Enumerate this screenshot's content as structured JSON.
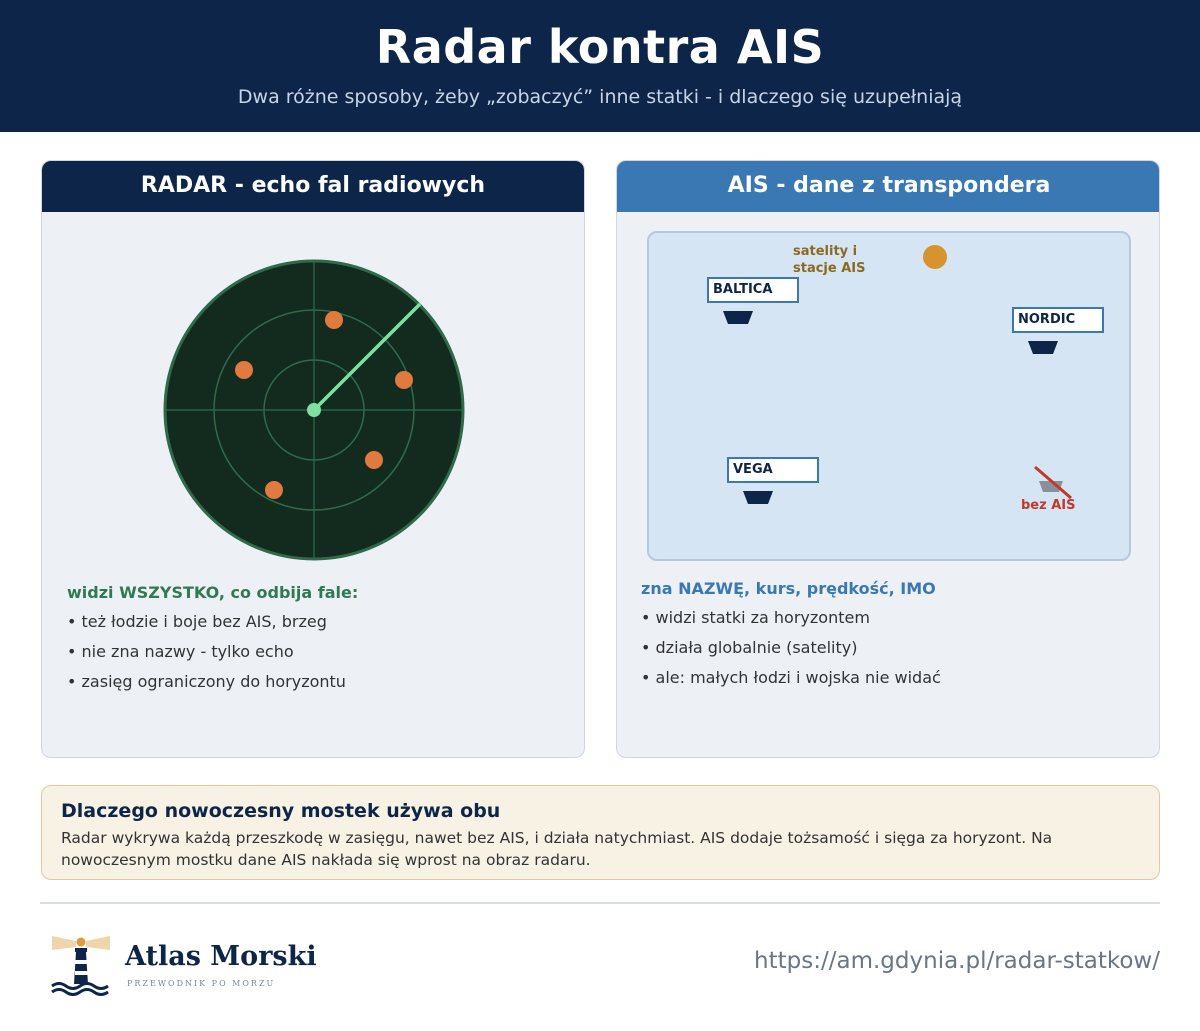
{
  "header": {
    "title": "Radar kontra AIS",
    "subtitle": "Dwa różne sposoby, żeby „zobaczyć” inne statki - i dlaczego się uzupełniają"
  },
  "radar_panel": {
    "heading": "RADAR - echo fal radiowych",
    "list_title": "widzi WSZYSTKO, co odbija fale:",
    "bullets": [
      "• też łodzie i boje bez AIS, brzeg",
      "• nie zna nazwy - tylko echo",
      "• zasięg ograniczony do horyzontu"
    ],
    "colors": {
      "scope": "#132b1e",
      "ring": "#2f6b4a",
      "sweep": "#7ee0a0",
      "echo": "#e07a3e"
    }
  },
  "ais_panel": {
    "heading": "AIS - dane z transpondera",
    "satellite_label": [
      "satelity i",
      "stacje AIS"
    ],
    "ships": [
      "BALTICA",
      "NORDIC",
      "VEGA"
    ],
    "no_ais_label": "bez AIS",
    "list_title": "zna NAZWĘ, kurs, prędkość, IMO",
    "bullets": [
      "• widzi statki za horyzontem",
      "• działa globalnie (satelity)",
      "• ale: małych łodzi i wojska nie widać"
    ]
  },
  "info_box": {
    "title": "Dlaczego nowoczesny mostek używa obu",
    "text": "Radar wykrywa każdą przeszkodę w zasięgu, nawet bez AIS, i działa natychmiast. AIS dodaje tożsamość i sięga za horyzont. Na nowoczesnym mostku dane AIS nakłada się wprost na obraz radaru."
  },
  "footer": {
    "brand_name": "Atlas Morski",
    "brand_tagline": "PRZEWODNIK PO MORZU",
    "url": "https://am.gdynia.pl/radar-statkow/"
  }
}
